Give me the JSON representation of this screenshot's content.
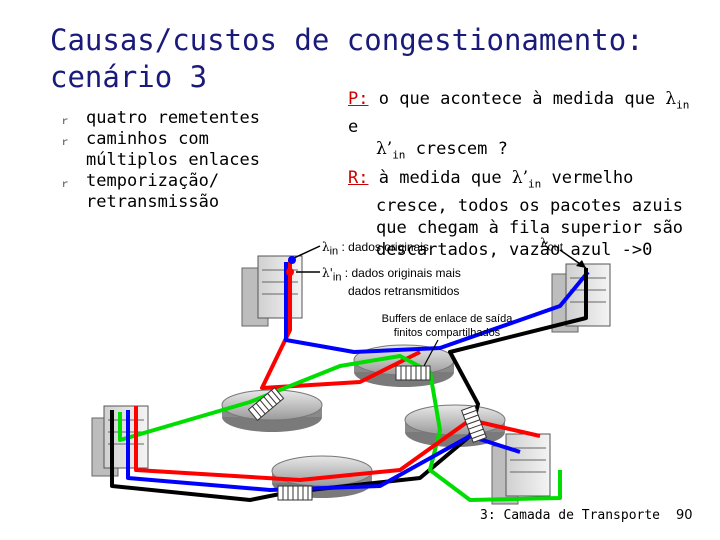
{
  "title": "Causas/custos de congestionamento:\ncenário 3",
  "bullets": [
    {
      "icon": "bullet-icon",
      "text": "quatro remetentes"
    },
    {
      "icon": "bullet-icon",
      "text": "caminhos com múltiplos enlaces"
    },
    {
      "icon": "bullet-icon",
      "text": "temporização/ retransmissão"
    }
  ],
  "question": {
    "tag": "P:",
    "text1": "o que acontece à medida que",
    "sym1": "λ",
    "sub1": "in",
    "text2": "e",
    "sym2": "λ’",
    "sub2": "in",
    "text3": "crescem ?"
  },
  "answer": {
    "tag": "R:",
    "text1": "à medida que",
    "sym1": "λ’",
    "sub1": "in",
    "text2": "vermelho",
    "line2": "cresce, todos os pacotes azuis",
    "line3": "que chegam à fila superior são",
    "line4": "descartados, vazão azul ->0"
  },
  "labels": {
    "lambda_in_sym": "λ",
    "lambda_in_sub": "in",
    "lambda_in_text": " : dados originais",
    "lambda_prime_sym": "λ'",
    "lambda_prime_sub": "in",
    "lambda_prime_text": " : dados originais mais",
    "lambda_prime_text2": "dados retransmitidos",
    "lambda_out_sym": "λ",
    "lambda_out_sub": "out",
    "buffer_line1": "Buffers de enlace de saída",
    "buffer_line2": "finitos compartilhados"
  },
  "colors": {
    "title": "#1a1a7a",
    "tag": "#cc0000",
    "red_path": "#ff0000",
    "blue_path": "#0000ff",
    "green_path": "#00dd00",
    "black_path": "#000000"
  },
  "footer": "3: Camada de Transporte",
  "page_number": "90"
}
